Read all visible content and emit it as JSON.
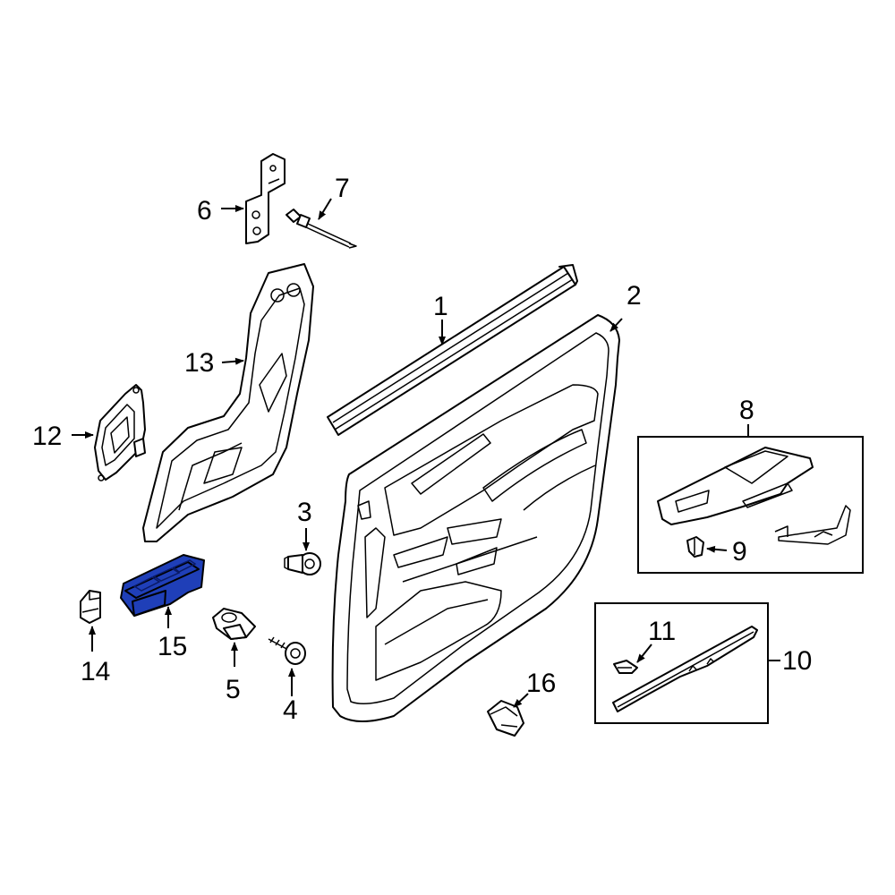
{
  "callouts": {
    "c1": "1",
    "c2": "2",
    "c3": "3",
    "c4": "4",
    "c5": "5",
    "c6": "6",
    "c7": "7",
    "c8": "8",
    "c9": "9",
    "c10": "10",
    "c11": "11",
    "c12": "12",
    "c13": "13",
    "c14": "14",
    "c15": "15",
    "c16": "16"
  },
  "colors": {
    "highlight": "#1f3fb8",
    "line": "#000000",
    "background": "#ffffff"
  },
  "highlighted_part": "15"
}
